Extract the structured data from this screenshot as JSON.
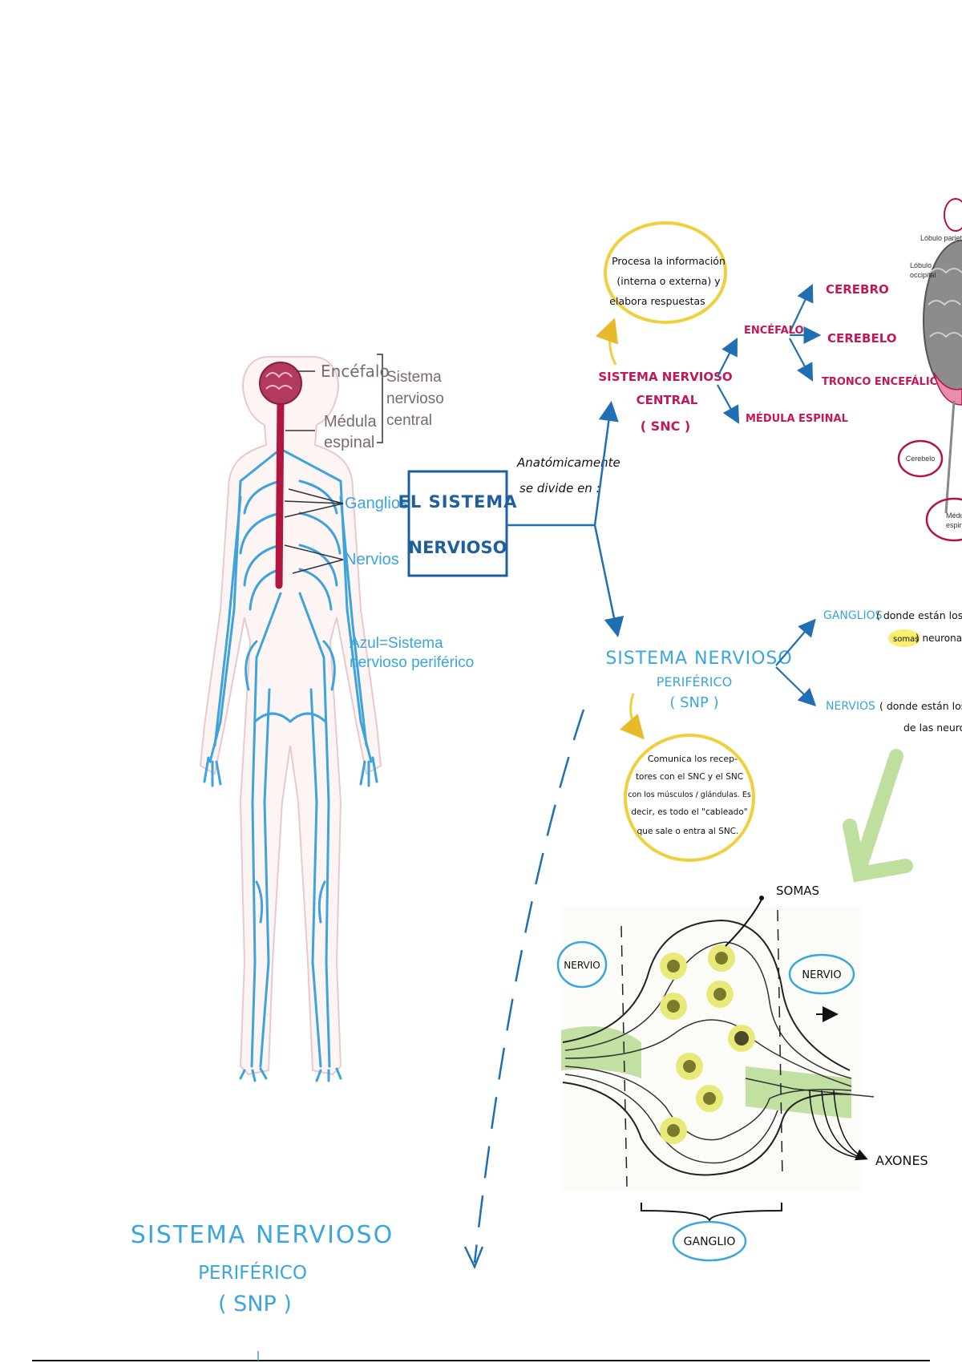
{
  "colors": {
    "blue_nerves": "#3ea3dd",
    "red_spine": "#b2163f",
    "magenta": "#c2185b",
    "sky_text": "#3aa6dc",
    "yellow_ring": "#f0cf3d",
    "green_arrow": "#a9d47d",
    "gray_label": "#7a6a6a"
  },
  "body_figure": {
    "encefalo": "Encéfalo",
    "medula_line1": "Médula",
    "medula_line2": "espinal",
    "snc_line1": "Sistema",
    "snc_line2": "nervioso",
    "snc_line3": "central",
    "ganglios": "Ganglios",
    "nervios": "Nervios",
    "azul_line1": "Azul=Sistema",
    "azul_line2": "nervioso periférico"
  },
  "main_box": {
    "line1": "EL SISTEMA",
    "line2": "NERVIOSO"
  },
  "divide_note": {
    "line1": "Anatómicamente",
    "line2": "se divide en :"
  },
  "snc": {
    "line1": "SISTEMA NERVIOSO",
    "line2": "CENTRAL",
    "line3": "( SNC )",
    "bubble_line1": "Procesa la información",
    "bubble_line2": "(interna o externa) y",
    "bubble_line3": "elabora respuestas",
    "encefalo": "ENCÉFALO",
    "cerebro": "CEREBRO",
    "cerebelo": "CEREBELO",
    "tronco": "TRONCO ENCEFÁLICO",
    "medula": "MÉDULA ESPINAL"
  },
  "brain": {
    "parietal": "Lóbulo parietal",
    "occipital_line1": "Lóbulo",
    "occipital_line2": "occipital",
    "cerebelo": "Cerebelo",
    "medula_line1": "Médula",
    "medula_line2": "espinal"
  },
  "snp": {
    "line1": "SISTEMA NERVIOSO",
    "line2": "PERIFÉRICO",
    "line3": "( SNP )",
    "ganglios": "GANGLIOS",
    "ganglios_note1": "( donde están los",
    "ganglios_note2_hl": "somas",
    "ganglios_note2": ") neurona",
    "nervios": "NERVIOS",
    "nervios_note1": "( donde están los",
    "nervios_note2": "de las neuron",
    "bubble_line1": "Comunica los recep-",
    "bubble_line2": "tores con el SNC y el SNC",
    "bubble_line3": "con los músculos / glándulas. Es",
    "bubble_line4": "decir, es todo el \"cableado\"",
    "bubble_line5": "que sale o entra al SNC."
  },
  "ganglion_diagram": {
    "somas": "SOMAS",
    "nervio_left": "NERVIO",
    "nervio_right": "NERVIO",
    "axones": "AXONES",
    "ganglio": "GANGLIO"
  },
  "footer_title": {
    "line1": "SISTEMA NERVIOSO",
    "line2": "PERIFÉRICO",
    "line3": "( SNP )"
  }
}
